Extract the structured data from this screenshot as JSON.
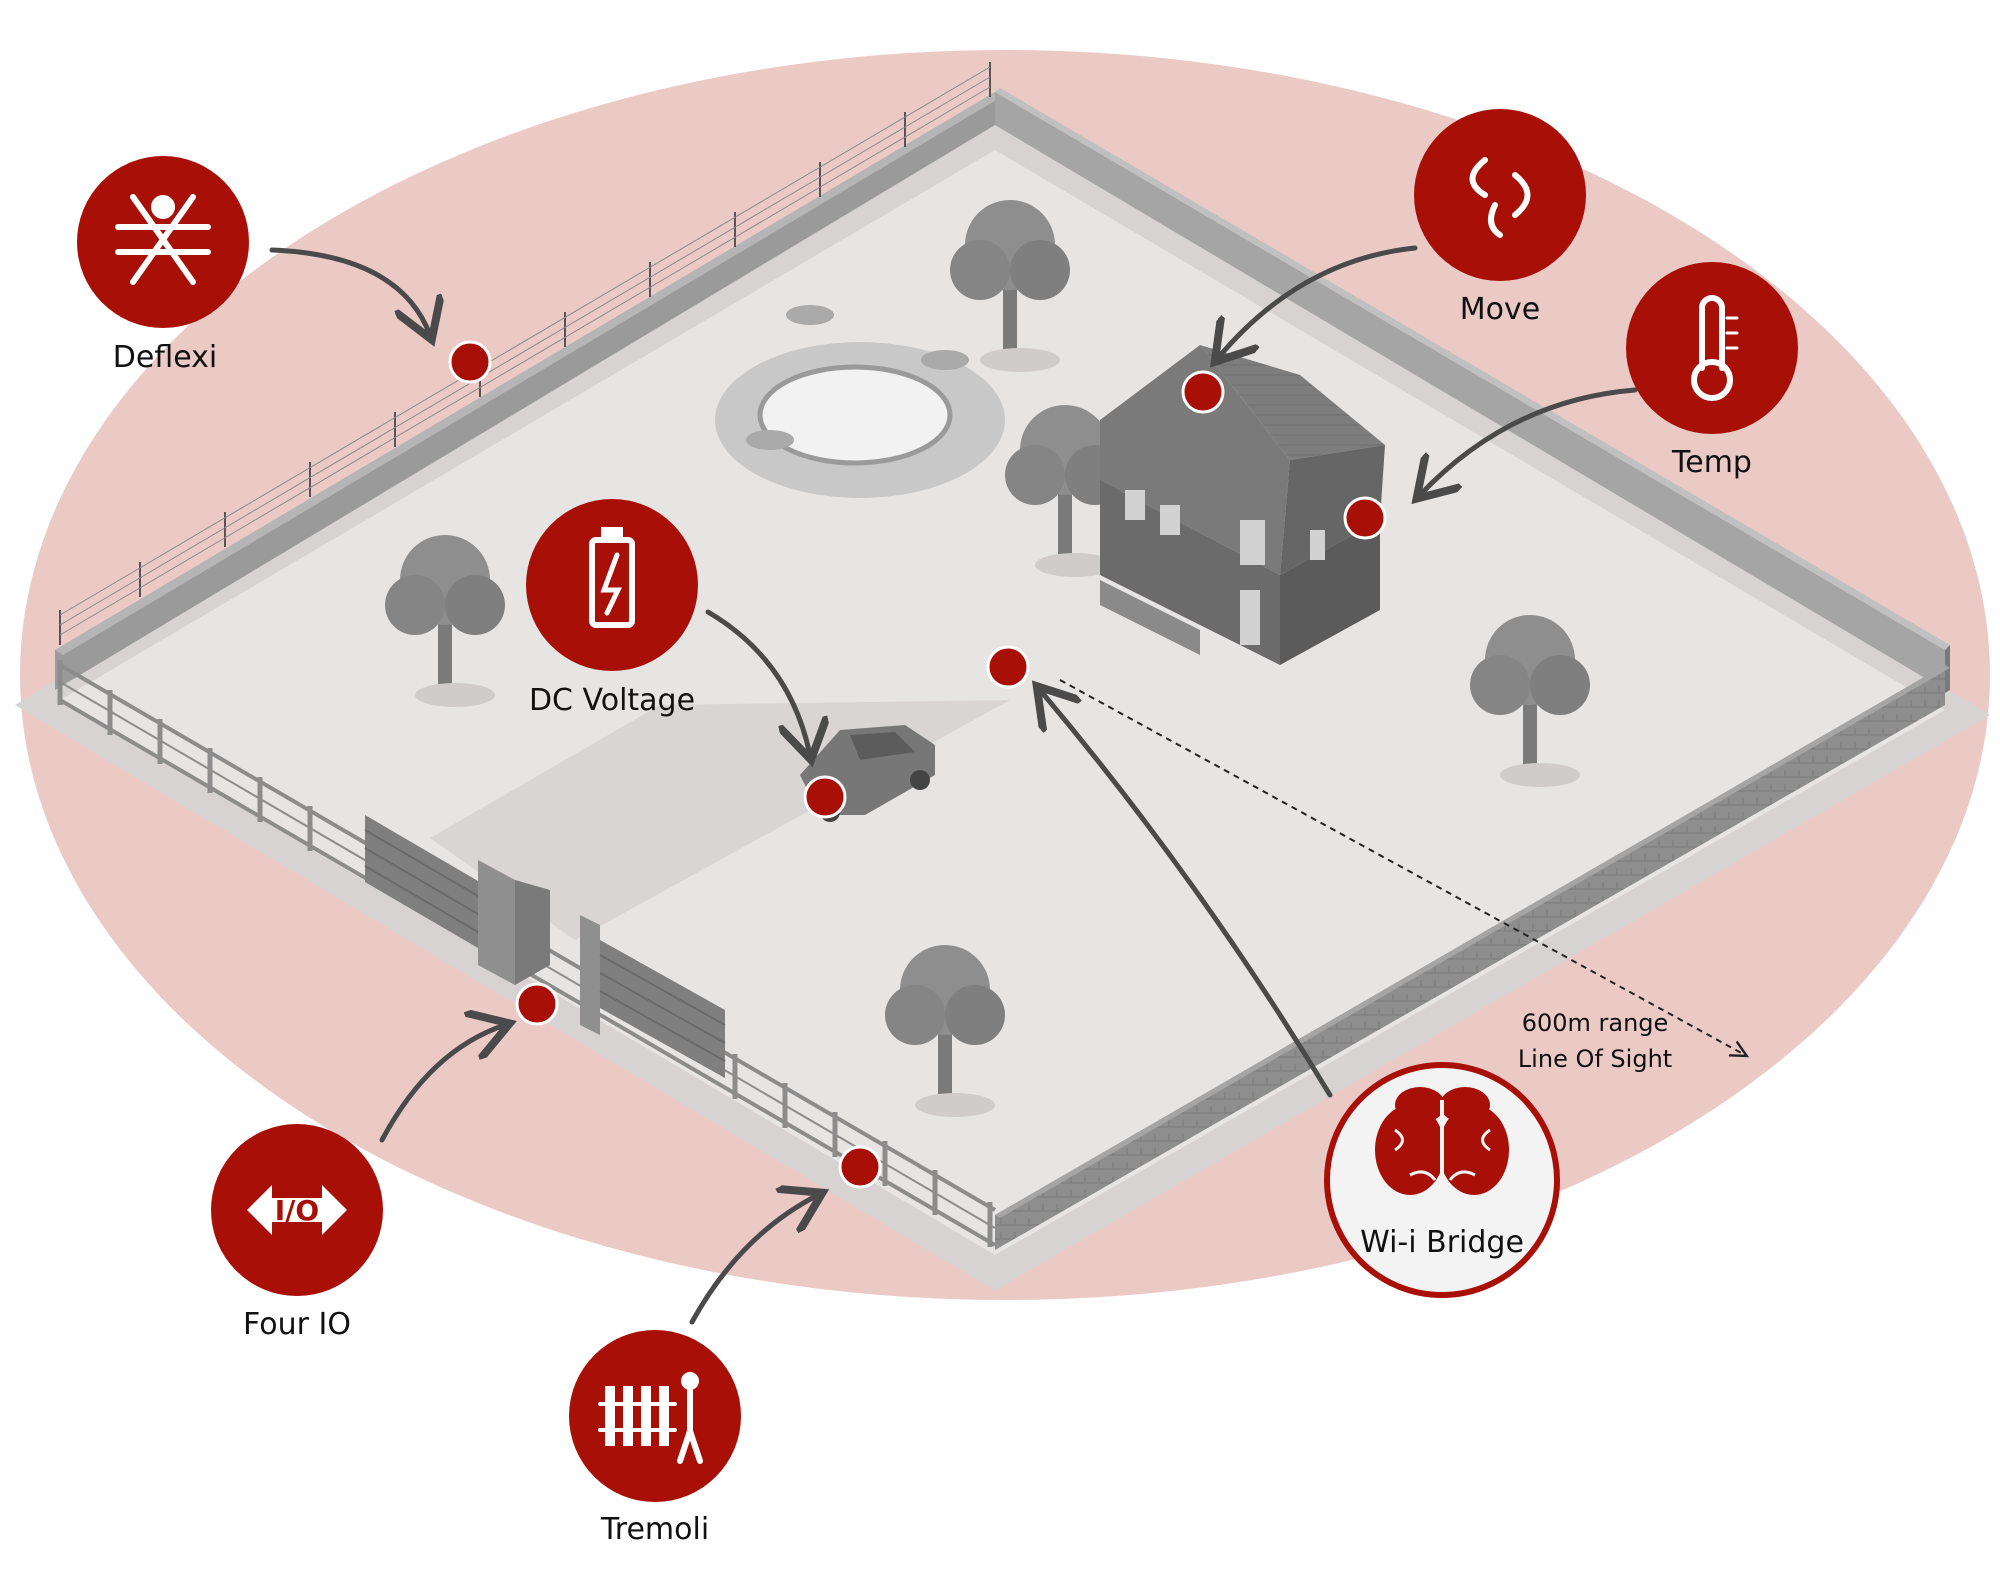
{
  "colors": {
    "halo": "#ebcac6",
    "ground": "#e7e5e4",
    "ground_edge": "#d6d3d2",
    "accent": "#a80f07",
    "accent_light": "#ffffff",
    "wall": "#8a8a8a",
    "arrow": "#4a4a4a"
  },
  "sensors": [
    {
      "id": "deflexi",
      "label": "Deflexi",
      "icon": "fence-climber-icon"
    },
    {
      "id": "move",
      "label": "Move",
      "icon": "motion-icon"
    },
    {
      "id": "temp",
      "label": "Temp",
      "icon": "thermometer-icon"
    },
    {
      "id": "dc-voltage",
      "label": "DC Voltage",
      "icon": "battery-charge-icon"
    },
    {
      "id": "four-io",
      "label": "Four IO",
      "icon": "io-arrows-icon"
    },
    {
      "id": "tremoli",
      "label": "Tremoli",
      "icon": "fence-vibration-icon"
    }
  ],
  "bridge": {
    "label": "Wi-i Bridge",
    "icon": "brain-icon"
  },
  "range": {
    "line1": "600m range",
    "line2": "Line Of Sight"
  }
}
